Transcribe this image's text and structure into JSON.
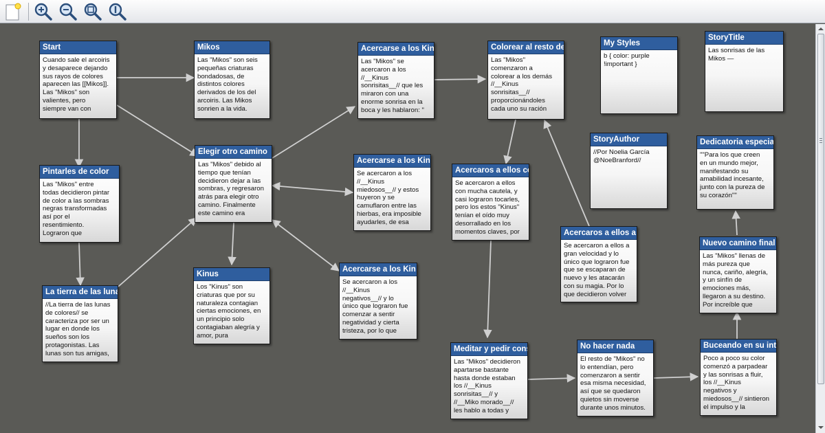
{
  "toolbar": {
    "buttons": [
      {
        "name": "new-passage",
        "icon": "new-passage-icon"
      },
      {
        "name": "zoom-in",
        "icon": "zoom-in-icon"
      },
      {
        "name": "zoom-out",
        "icon": "zoom-out-icon"
      },
      {
        "name": "zoom-fit",
        "icon": "zoom-fit-icon"
      },
      {
        "name": "zoom-reset",
        "icon": "zoom-reset-icon"
      }
    ]
  },
  "colors": {
    "canvas": "#5a5a56",
    "title_bar": "#2f5e9e",
    "link": "#d0d0d0"
  },
  "passages": {
    "start": {
      "title": "Start",
      "text": "Cuando sale el arcoiris\ny desaparece dejando\nsus rayos de colores\naparecen las [[Mikos]].\nLas \"Mikos\" son\nvalientes, pero\nsiempre van con"
    },
    "mikos": {
      "title": "Mikos",
      "text": "Las \"Mikos\" son seis\npequeñas criaturas\nbondadosas, de\ndistintos colores\nderivados de los del\narcoiris. Las Mikos\nsonrien a la vida."
    },
    "acercarse1": {
      "title": "Acercarse a los Kin",
      "text": "Las \"Mikos\" se\nacercaron a los\n//__Kinus\nsonrisitas__// que les\nmiraron con una\nenorme sonrisa en la\nboca y les hablaron: \""
    },
    "colorear": {
      "title": "Colorear al resto de",
      "text": "Las \"Mikos\"\ncomenzaron a\ncolorear a los demás\n//__Kinus\nsonrisitas__//\nproporcionándoles\ncada uno su ración"
    },
    "mystyles": {
      "title": "My Styles",
      "text": "b { color: purple\n!important }"
    },
    "storytitle": {
      "title": "StoryTitle",
      "text": "Las sonrisas de las\nMikos —"
    },
    "pintarles": {
      "title": "Pintarles de color",
      "text": "Las \"Mikos\" entre\ntodas decidieron pintar\nde color a las sombras\nnegras transformadas\nasí por el\nresentimiento.\nLograron que"
    },
    "elegir": {
      "title": "Elegir otro camino",
      "text": "Las \"Mikos\" debido al\ntiempo que tenían\ndecidieron dejar a las\nsombras, y regresaron\natrás para elegir otro\ncamino. Finalmente\neste camino era"
    },
    "acercarse2": {
      "title": "Acercarse a los Kin",
      "text": "Se acercaron a los\n//__Kinus\nmiedosos__// y estos\nhuyeron y se\ncamuflaron entre las\nhierbas, era imposible\nayudarles, de esa"
    },
    "acercaros1": {
      "title": "Acercaros a ellos co",
      "text": "Se acercaron a ellos\ncon mucha cautela, y\ncasi lograron tocarles,\npero los estos \"Kinus\"\ntenían el oído muy\ndesorrallado en los\nmomentos claves, por"
    },
    "storyauthor": {
      "title": "StoryAuthor",
      "text": "//Por Noelia García\n@NoeBranford//"
    },
    "dedicatoria": {
      "title": "Dedicatoria especia",
      "text": "\"\"Para los que creen\nen un mundo mejor,\nmanifestando su\namabilidad incesante,\njunto con la pureza de\nsu corazón\"\""
    },
    "acercaros2": {
      "title": "Acercaros a ellos a",
      "text": "Se acercaron a ellos a\ngran velocidad y lo\núnico que lograron fue\nque se escaparan de\nnuevo y les atacarán\ncon su magia. Por lo\nque decidieron volver"
    },
    "nuevo": {
      "title": "Nuevo camino final",
      "text": "Las \"Mikos\" llenas de\nmás pureza que\nnunca, cariño, alegría,\ny un sinfín de\nemociones más,\nllegaron a su destino.\nPor increíble que"
    },
    "tierra": {
      "title": "La tierra de las luna",
      "text": "//La tierra de las lunas\nde colores// se\ncaracteriza por ser un\nlugar en donde los\nsueños son los\nprotagonistas. Las\nlunas son tus amigas,"
    },
    "kinus": {
      "title": "Kinus",
      "text": "Los \"Kinus\" son\ncriaturas que por su\nnaturaleza contagian\nciertas emociones, en\nun principio solo\ncontagiaban alegría y\namor, pura"
    },
    "acercarse3": {
      "title": "Acercarse a los Kin",
      "text": "Se acercaron a los\n//__Kinus\nnegativos__// y lo\núnico que lograron fue\ncomenzar a sentir\nnegatividad y cierta\ntristeza, por lo que"
    },
    "meditar": {
      "title": "Meditar y pedir cons",
      "text": "Las \"Mikos\" decidieron\napartarse bastante\nhasta donde estaban\nlos //__Kinus\nsonrisitas__// y\n//__Miko morado__//\nles hablo a todas y"
    },
    "nohacer": {
      "title": "No hacer nada",
      "text": "El resto de \"Mikos\" no\nlo entendían, pero\ncomenzaron a sentir\nesa misma necesidad,\nasí que se quedaron\nquietos sin moverse\ndurante unos minutos."
    },
    "buceando": {
      "title": "Buceando en su inte",
      "text": "Poco a poco su color\ncomenzó a parpadear\ny las sonrisas a fluir,\nlos //__Kinus\nnegativos y\nmiedosos__// sintieron\nel impulso y la"
    }
  }
}
